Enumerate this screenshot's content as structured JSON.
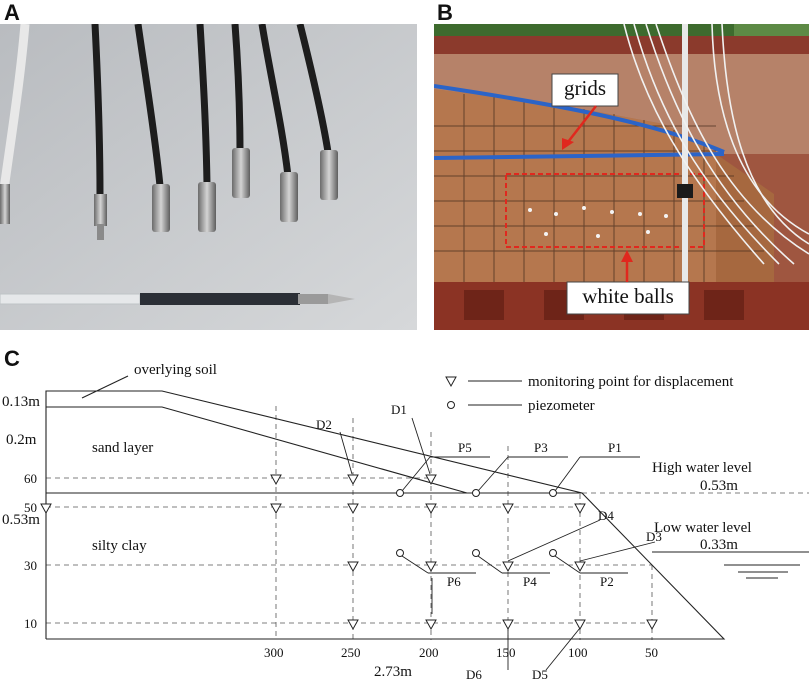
{
  "panels": {
    "a": "A",
    "b": "B",
    "c": "C"
  },
  "photo_b": {
    "grids_label": "grids",
    "balls_label": "white balls"
  },
  "diagram": {
    "overlying_soil": "overlying soil",
    "sand_layer": "sand layer",
    "silty_clay": "silty clay",
    "thick_013": "0.13m",
    "thick_02": "0.2m",
    "thick_053": "0.53m",
    "y_ticks": [
      "60",
      "50",
      "30",
      "10"
    ],
    "x_ticks": [
      "300",
      "250",
      "200",
      "150",
      "100",
      "50"
    ],
    "length": "2.73m",
    "legend_disp": "monitoring point for displacement",
    "legend_piezo": "piezometer",
    "high_water": "High water level",
    "high_water_val": "0.53m",
    "low_water": "Low water level",
    "low_water_val": "0.33m",
    "labels": {
      "D1": "D1",
      "D2": "D2",
      "D3": "D3",
      "D4": "D4",
      "D5": "D5",
      "D6": "D6",
      "P1": "P1",
      "P2": "P2",
      "P3": "P3",
      "P4": "P4",
      "P5": "P5",
      "P6": "P6"
    }
  }
}
